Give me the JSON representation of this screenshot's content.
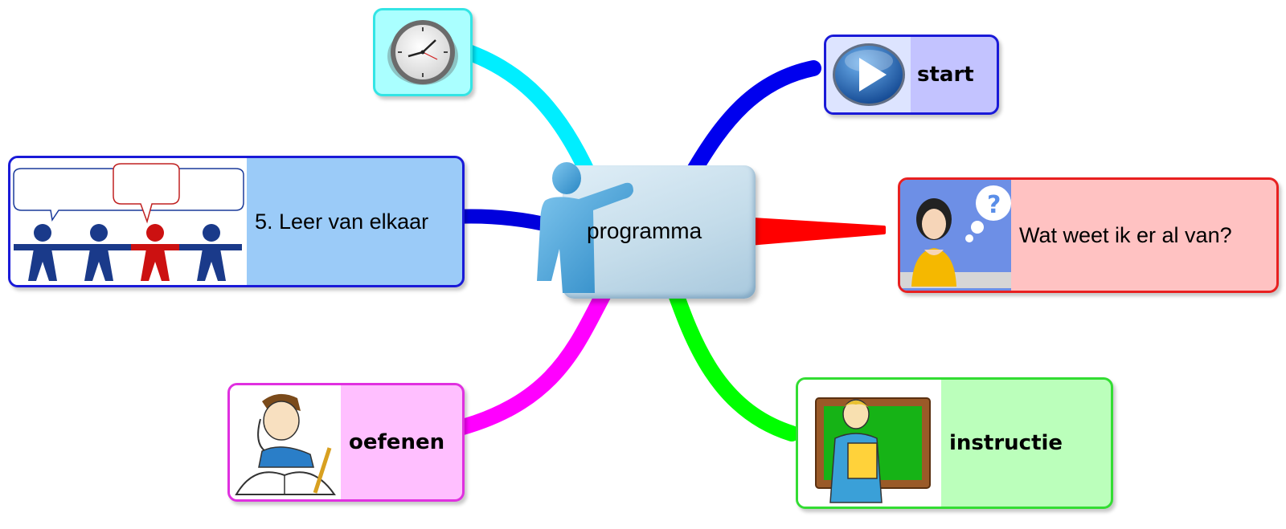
{
  "center": {
    "label": "programma"
  },
  "nodes": {
    "clock": {
      "label": "",
      "icon": "clock-icon",
      "fill": "#aaffff",
      "border": "#33e5e5",
      "branch": "#00eeff"
    },
    "start": {
      "label": "start",
      "icon": "play-icon",
      "fill": "#c3c3ff",
      "border": "#1a1ad8",
      "branch": "#0000ee"
    },
    "wat_weet": {
      "label": "Wat weet ik er al van?",
      "icon": "thinking-woman-icon",
      "fill": "#ffc2c2",
      "border": "#e82020",
      "branch": "#ff0000"
    },
    "leer": {
      "label": "5. Leer van elkaar",
      "icon": "group-talk-icon",
      "fill": "#9bcbf8",
      "border": "#1a1ad8",
      "branch": "#0000dd"
    },
    "oefenen": {
      "label": "oefenen",
      "icon": "student-writing-icon",
      "fill": "#ffbfff",
      "border": "#e030e0",
      "branch": "#ff00ff"
    },
    "instructie": {
      "label": "instructie",
      "icon": "teacher-board-icon",
      "fill": "#bbffbb",
      "border": "#33dd33",
      "branch": "#00ff00"
    }
  }
}
